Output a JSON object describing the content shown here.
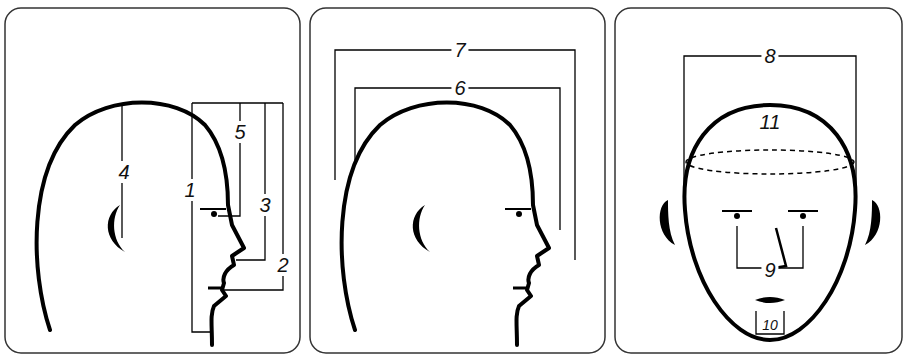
{
  "diagram": {
    "labels": [
      "4",
      "5",
      "1",
      "3",
      "2",
      "7",
      "6",
      "8",
      "11",
      "9",
      "10"
    ]
  }
}
